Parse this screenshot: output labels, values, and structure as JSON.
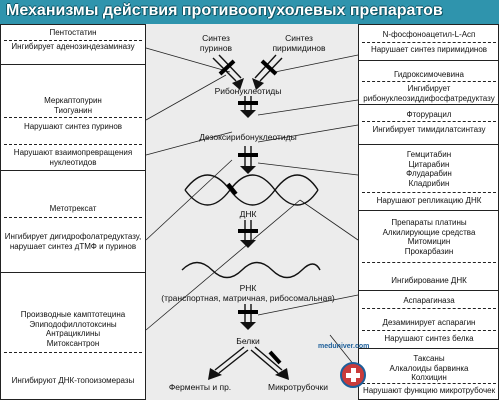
{
  "title": "Механизмы действия противоопухолевых препаратов",
  "watermark": "meduniver.com",
  "center": {
    "purine_synth": "Синтез пуринов",
    "pyrimidine_synth": "Синтез пиримидинов",
    "ribonucleotides": "Рибонуклеотиды",
    "deoxyribonucleotides": "Дезоксирибонуклеотиды",
    "dna": "ДНК",
    "rna": "РНК",
    "rna_types": "(транспортная, матричная, рибосомальная)",
    "proteins": "Белки",
    "enzymes": "Ферменты и пр.",
    "microtubules": "Микротрубочки"
  },
  "left_boxes": [
    {
      "drugs": [
        "Пентостатин"
      ],
      "action": "Ингибирует аденозиндезаминазу"
    },
    {
      "drugs": [
        "Меркаптопурин",
        "Тиогуанин"
      ],
      "action": "Нарушают синтез пуринов",
      "action2": "Нарушают взаимопревращения нуклеотидов"
    },
    {
      "drugs": [
        "Метотрексат"
      ],
      "action": "Ингибирует дигидрофолатредуктазу, нарушает синтез дТМФ и пуринов"
    },
    {
      "drugs": [
        "Производные камптотецина",
        "Эпиподофиллотоксины",
        "Антрациклины",
        "Митоксантрон"
      ],
      "action": "Ингибируют ДНК-топоизомеразы"
    }
  ],
  "right_boxes": [
    {
      "drugs": [
        "N-фосфоноацетил-L-Асп"
      ],
      "action": "Нарушает синтез пиримидинов"
    },
    {
      "drugs": [
        "Гидроксимочевина"
      ],
      "action": "Ингибирует рибонуклеозиддифосфатредуктазу"
    },
    {
      "drugs": [
        "Фторурацил"
      ],
      "action": "Ингибирует тимидилатсинтазу"
    },
    {
      "drugs": [
        "Гемцитабин",
        "Цитарабин",
        "Флударабин",
        "Кладрибин"
      ],
      "action": "Нарушают репликацию ДНК"
    },
    {
      "drugs": [
        "Препараты платины",
        "Алкилирующие средства",
        "Митомицин",
        "Прокарбазин"
      ],
      "action": "Ингибирование ДНК"
    },
    {
      "drugs": [
        "Аспарагиназа"
      ],
      "action": "Дезаминирует аспарагин",
      "action2": "Нарушают синтез белка"
    },
    {
      "drugs": [
        "Таксаны",
        "Алкалоиды барвинка",
        "Колхицин"
      ],
      "action": "Нарушают функцию микротрубочек"
    }
  ]
}
